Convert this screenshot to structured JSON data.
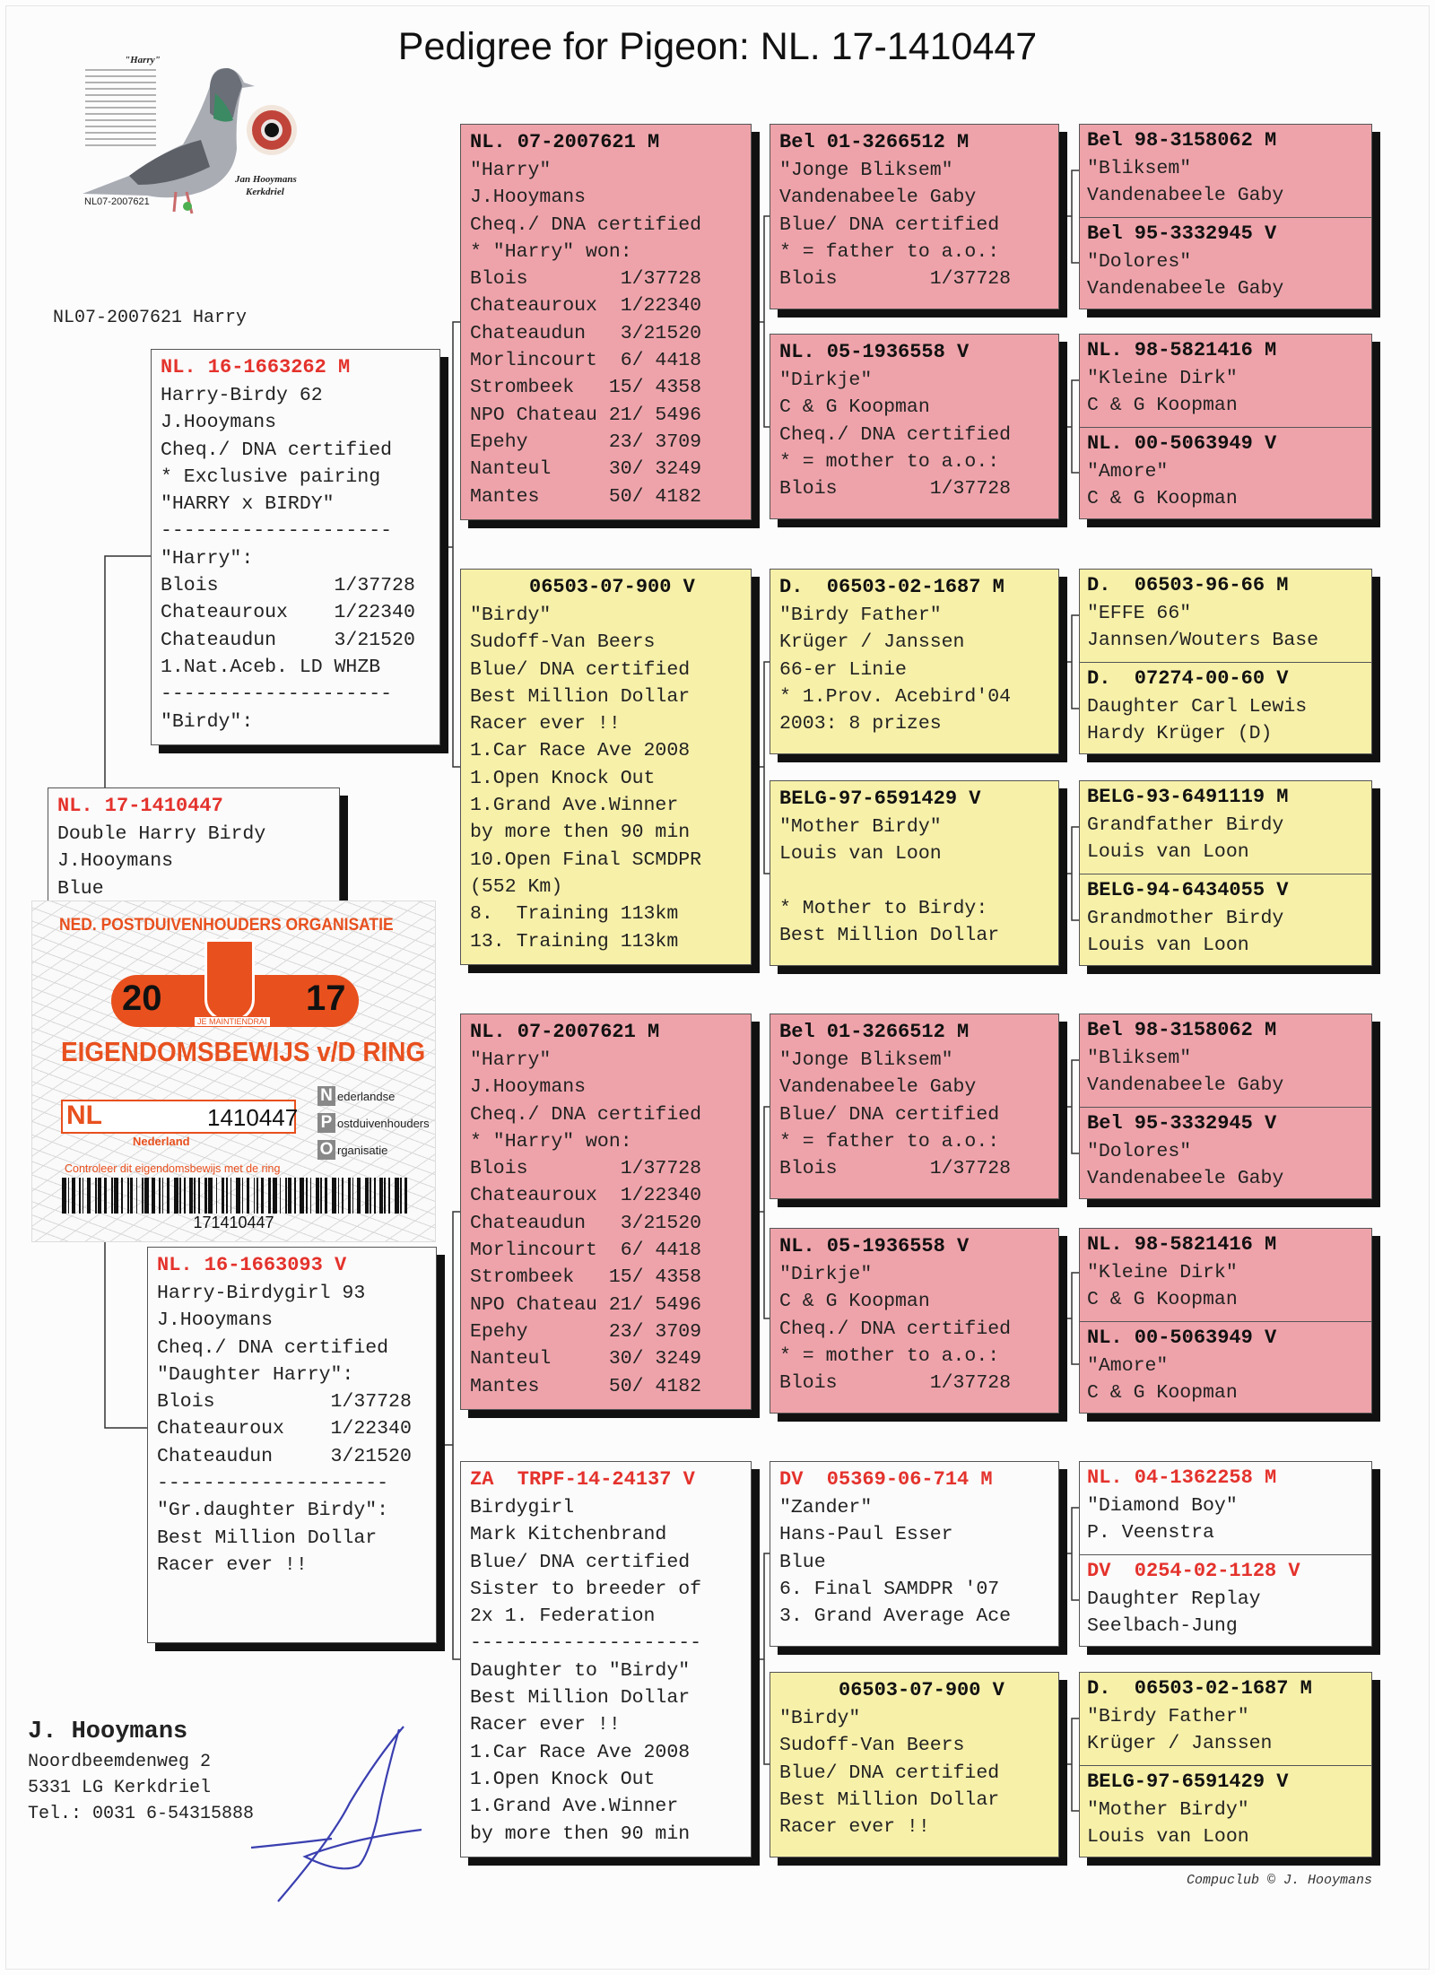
{
  "title": "Pedigree for Pigeon: NL. 17-1410447",
  "photo": {
    "caption_top": "\"Harry\"",
    "ring": "NL07-2007621",
    "owner": "Jan Hooymans",
    "place": "Kerkdriel"
  },
  "photo_label": "NL07-2007621 Harry",
  "colors": {
    "pink": "#eea3aa",
    "yellow": "#f7f0a9",
    "white": "#fbfbfb",
    "red_header": "#e4322c",
    "black_header": "#111111"
  },
  "subject": {
    "ring": "NL. 17-1410447",
    "header_color": "#e4322c",
    "fill": "#fbfbfb",
    "lines": [
      "Double Harry Birdy",
      "J.Hooymans",
      "Blue"
    ]
  },
  "sire": {
    "ring": "NL. 16-1663262 M",
    "header_color": "#e4322c",
    "fill": "#fbfbfb",
    "lines": [
      "Harry-Birdy 62",
      "J.Hooymans",
      "Cheq./ DNA certified",
      "* Exclusive pairing",
      "\"HARRY x BIRDY\"",
      "--------------------",
      "\"Harry\":",
      "Blois          1/37728",
      "Chateauroux    1/22340",
      "Chateaudun     3/21520",
      "1.Nat.Aceb. LD WHZB",
      "--------------------",
      "\"Birdy\":"
    ]
  },
  "dam": {
    "ring": "NL. 16-1663093 V",
    "header_color": "#e4322c",
    "fill": "#fbfbfb",
    "lines": [
      "Harry-Birdygirl 93",
      "J.Hooymans",
      "Cheq./ DNA certified",
      "\"Daughter Harry\":",
      "Blois          1/37728",
      "Chateauroux    1/22340",
      "Chateaudun     3/21520",
      "--------------------",
      "\"Gr.daughter Birdy\":",
      "Best Million Dollar",
      "Racer ever !!"
    ]
  },
  "gen2": [
    {
      "ring": "NL. 07-2007621 M",
      "header_color": "#111111",
      "fill": "#eea3aa",
      "lines": [
        "\"Harry\"",
        "J.Hooymans",
        "Cheq./ DNA certified",
        "* \"Harry\" won:",
        "Blois        1/37728",
        "Chateauroux  1/22340",
        "Chateaudun   3/21520",
        "Morlincourt  6/ 4418",
        "Strombeek   15/ 4358",
        "NPO Chateau 21/ 5496",
        "Epehy       23/ 3709",
        "Nanteul     30/ 3249",
        "Mantes      50/ 4182"
      ]
    },
    {
      "ring": "06503-07-900 V",
      "indent": true,
      "header_color": "#111111",
      "fill": "#f7f0a9",
      "lines": [
        "\"Birdy\"",
        "Sudoff-Van Beers",
        "Blue/ DNA certified",
        "Best Million Dollar",
        "Racer ever !!",
        "1.Car Race Ave 2008",
        "1.Open Knock Out",
        "1.Grand Ave.Winner",
        "by more then 90 min",
        "10.Open Final SCMDPR",
        "(552 Km)",
        "8.  Training 113km",
        "13. Training 113km"
      ]
    },
    {
      "ring": "NL. 07-2007621 M",
      "header_color": "#111111",
      "fill": "#eea3aa",
      "lines": [
        "\"Harry\"",
        "J.Hooymans",
        "Cheq./ DNA certified",
        "* \"Harry\" won:",
        "Blois        1/37728",
        "Chateauroux  1/22340",
        "Chateaudun   3/21520",
        "Morlincourt  6/ 4418",
        "Strombeek   15/ 4358",
        "NPO Chateau 21/ 5496",
        "Epehy       23/ 3709",
        "Nanteul     30/ 3249",
        "Mantes      50/ 4182"
      ]
    },
    {
      "ring": "ZA  TRPF-14-24137 V",
      "header_color": "#e4322c",
      "fill": "#fbfbfb",
      "lines": [
        "Birdygirl",
        "Mark Kitchenbrand",
        "Blue/ DNA certified",
        "Sister to breeder of",
        "2x 1. Federation",
        "--------------------",
        "Daughter to \"Birdy\"",
        "Best Million Dollar",
        "Racer ever !!",
        "1.Car Race Ave 2008",
        "1.Open Knock Out",
        "1.Grand Ave.Winner",
        "by more then 90 min"
      ]
    }
  ],
  "gen3": [
    {
      "ring": "Bel 01-3266512 M",
      "header_color": "#111111",
      "fill": "#eea3aa",
      "lines": [
        "\"Jonge Bliksem\"",
        "Vandenabeele Gaby",
        "Blue/ DNA certified",
        "* = father to a.o.:",
        "Blois        1/37728"
      ]
    },
    {
      "ring": "NL. 05-1936558 V",
      "header_color": "#111111",
      "fill": "#eea3aa",
      "lines": [
        "\"Dirkje\"",
        "C & G Koopman",
        "Cheq./ DNA certified",
        "* = mother to a.o.:",
        "Blois        1/37728"
      ]
    },
    {
      "ring": "D.  06503-02-1687 M",
      "header_color": "#111111",
      "fill": "#f7f0a9",
      "lines": [
        "\"Birdy Father\"",
        "Krüger / Janssen",
        "66-er Linie",
        "* 1.Prov. Acebird'04",
        "2003: 8 prizes"
      ]
    },
    {
      "ring": "BELG-97-6591429 V",
      "header_color": "#111111",
      "fill": "#f7f0a9",
      "lines": [
        "\"Mother Birdy\"",
        "Louis van Loon",
        "",
        "* Mother to Birdy:",
        "Best Million Dollar"
      ]
    },
    {
      "ring": "Bel 01-3266512 M",
      "header_color": "#111111",
      "fill": "#eea3aa",
      "lines": [
        "\"Jonge Bliksem\"",
        "Vandenabeele Gaby",
        "Blue/ DNA certified",
        "* = father to a.o.:",
        "Blois        1/37728"
      ]
    },
    {
      "ring": "NL. 05-1936558 V",
      "header_color": "#111111",
      "fill": "#eea3aa",
      "lines": [
        "\"Dirkje\"",
        "C & G Koopman",
        "Cheq./ DNA certified",
        "* = mother to a.o.:",
        "Blois        1/37728"
      ]
    },
    {
      "ring": "DV  05369-06-714 M",
      "header_color": "#e4322c",
      "fill": "#fbfbfb",
      "lines": [
        "\"Zander\"",
        "Hans-Paul Esser",
        "Blue",
        "6. Final SAMDPR '07",
        "3. Grand Average Ace"
      ]
    },
    {
      "ring": "06503-07-900 V",
      "indent": true,
      "header_color": "#111111",
      "fill": "#f7f0a9",
      "lines": [
        "\"Birdy\"",
        "Sudoff-Van Beers",
        "Blue/ DNA certified",
        "Best Million Dollar",
        "Racer ever !!"
      ]
    }
  ],
  "gen4": [
    {
      "fill": "#eea3aa",
      "upper": {
        "ring": "Bel 98-3158062 M",
        "header_color": "#111111",
        "lines": [
          "\"Bliksem\"",
          "Vandenabeele Gaby"
        ]
      },
      "lower": {
        "ring": "Bel 95-3332945 V",
        "header_color": "#111111",
        "lines": [
          "\"Dolores\"",
          "Vandenabeele Gaby"
        ]
      }
    },
    {
      "fill": "#eea3aa",
      "upper": {
        "ring": "NL. 98-5821416 M",
        "header_color": "#111111",
        "lines": [
          "\"Kleine Dirk\"",
          "C & G Koopman"
        ]
      },
      "lower": {
        "ring": "NL. 00-5063949 V",
        "header_color": "#111111",
        "lines": [
          "\"Amore\"",
          "C & G Koopman"
        ]
      }
    },
    {
      "fill": "#f7f0a9",
      "upper": {
        "ring": "D.  06503-96-66 M",
        "header_color": "#111111",
        "lines": [
          "\"EFFE 66\"",
          "Jannsen/Wouters Base"
        ]
      },
      "lower": {
        "ring": "D.  07274-00-60 V",
        "header_color": "#111111",
        "lines": [
          "Daughter Carl Lewis",
          "Hardy Krüger (D)"
        ]
      }
    },
    {
      "fill": "#f7f0a9",
      "upper": {
        "ring": "BELG-93-6491119 M",
        "header_color": "#111111",
        "lines": [
          "Grandfather Birdy",
          "Louis van Loon"
        ]
      },
      "lower": {
        "ring": "BELG-94-6434055 V",
        "header_color": "#111111",
        "lines": [
          "Grandmother Birdy",
          "Louis van Loon"
        ]
      }
    },
    {
      "fill": "#eea3aa",
      "upper": {
        "ring": "Bel 98-3158062 M",
        "header_color": "#111111",
        "lines": [
          "\"Bliksem\"",
          "Vandenabeele Gaby"
        ]
      },
      "lower": {
        "ring": "Bel 95-3332945 V",
        "header_color": "#111111",
        "lines": [
          "\"Dolores\"",
          "Vandenabeele Gaby"
        ]
      }
    },
    {
      "fill": "#eea3aa",
      "upper": {
        "ring": "NL. 98-5821416 M",
        "header_color": "#111111",
        "lines": [
          "\"Kleine Dirk\"",
          "C & G Koopman"
        ]
      },
      "lower": {
        "ring": "NL. 00-5063949 V",
        "header_color": "#111111",
        "lines": [
          "\"Amore\"",
          "C & G Koopman"
        ]
      }
    },
    {
      "fill": "#fbfbfb",
      "upper": {
        "ring": "NL. 04-1362258 M",
        "header_color": "#e4322c",
        "lines": [
          "\"Diamond Boy\"",
          "P. Veenstra"
        ]
      },
      "lower": {
        "ring": "DV  0254-02-1128 V",
        "header_color": "#e4322c",
        "lines": [
          "Daughter Replay",
          "Seelbach-Jung"
        ]
      }
    },
    {
      "fill": "#f7f0a9",
      "upper": {
        "ring": "D.  06503-02-1687 M",
        "header_color": "#111111",
        "lines": [
          "\"Birdy Father\"",
          "Krüger / Janssen"
        ]
      },
      "lower": {
        "ring": "BELG-97-6591429 V",
        "header_color": "#111111",
        "lines": [
          "\"Mother Birdy\"",
          "Louis van Loon"
        ]
      }
    }
  ],
  "certificate": {
    "organisation": "NED. POSTDUIVENHOUDERS ORGANISATIE",
    "year_left": "20",
    "year_right": "17",
    "motto": "JE MAINTIENDRAI",
    "title": "EIGENDOMSBEWIJS v/D RING",
    "country_code": "NL",
    "ring_number": "1410447",
    "npo": [
      "ederlandse",
      "ostduivenhouders",
      "rganisatie"
    ],
    "npo_letters": [
      "N",
      "P",
      "O"
    ],
    "country": "Nederland",
    "notice": "Controleer dit eigendomsbewijs met de ring",
    "barcode_number": "171410447"
  },
  "address": {
    "name": "J. Hooymans",
    "street": "Noordbeemdenweg 2",
    "city": "5331 LG  Kerkdriel",
    "phone": "Tel.: 0031 6-54315888"
  },
  "footer": "Compuclub © J. Hooymans"
}
